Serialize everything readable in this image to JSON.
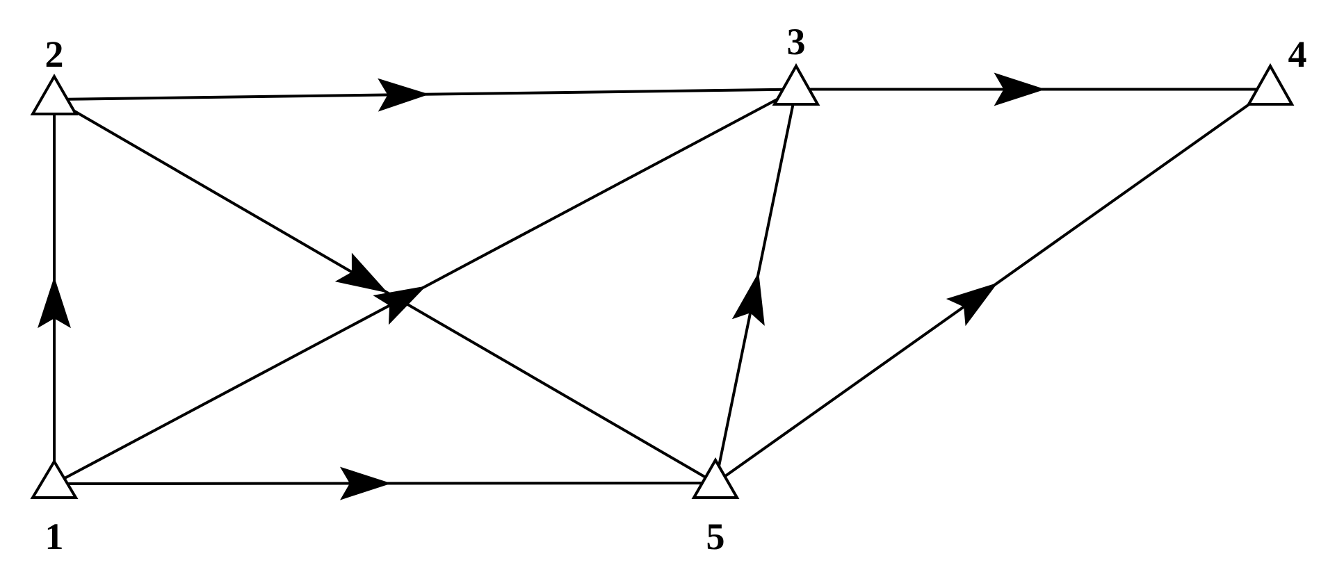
{
  "nodes": [
    {
      "id": "1",
      "label": "1"
    },
    {
      "id": "2",
      "label": "2"
    },
    {
      "id": "3",
      "label": "3"
    },
    {
      "id": "4",
      "label": "4"
    },
    {
      "id": "5",
      "label": "5"
    }
  ],
  "edges": [
    {
      "from": "1",
      "to": "2"
    },
    {
      "from": "1",
      "to": "5"
    },
    {
      "from": "1",
      "to": "3"
    },
    {
      "from": "2",
      "to": "3"
    },
    {
      "from": "2",
      "to": "5"
    },
    {
      "from": "3",
      "to": "4"
    },
    {
      "from": "5",
      "to": "3"
    },
    {
      "from": "5",
      "to": "4"
    }
  ],
  "colors": {
    "stroke": "#000000",
    "background": "#ffffff"
  }
}
